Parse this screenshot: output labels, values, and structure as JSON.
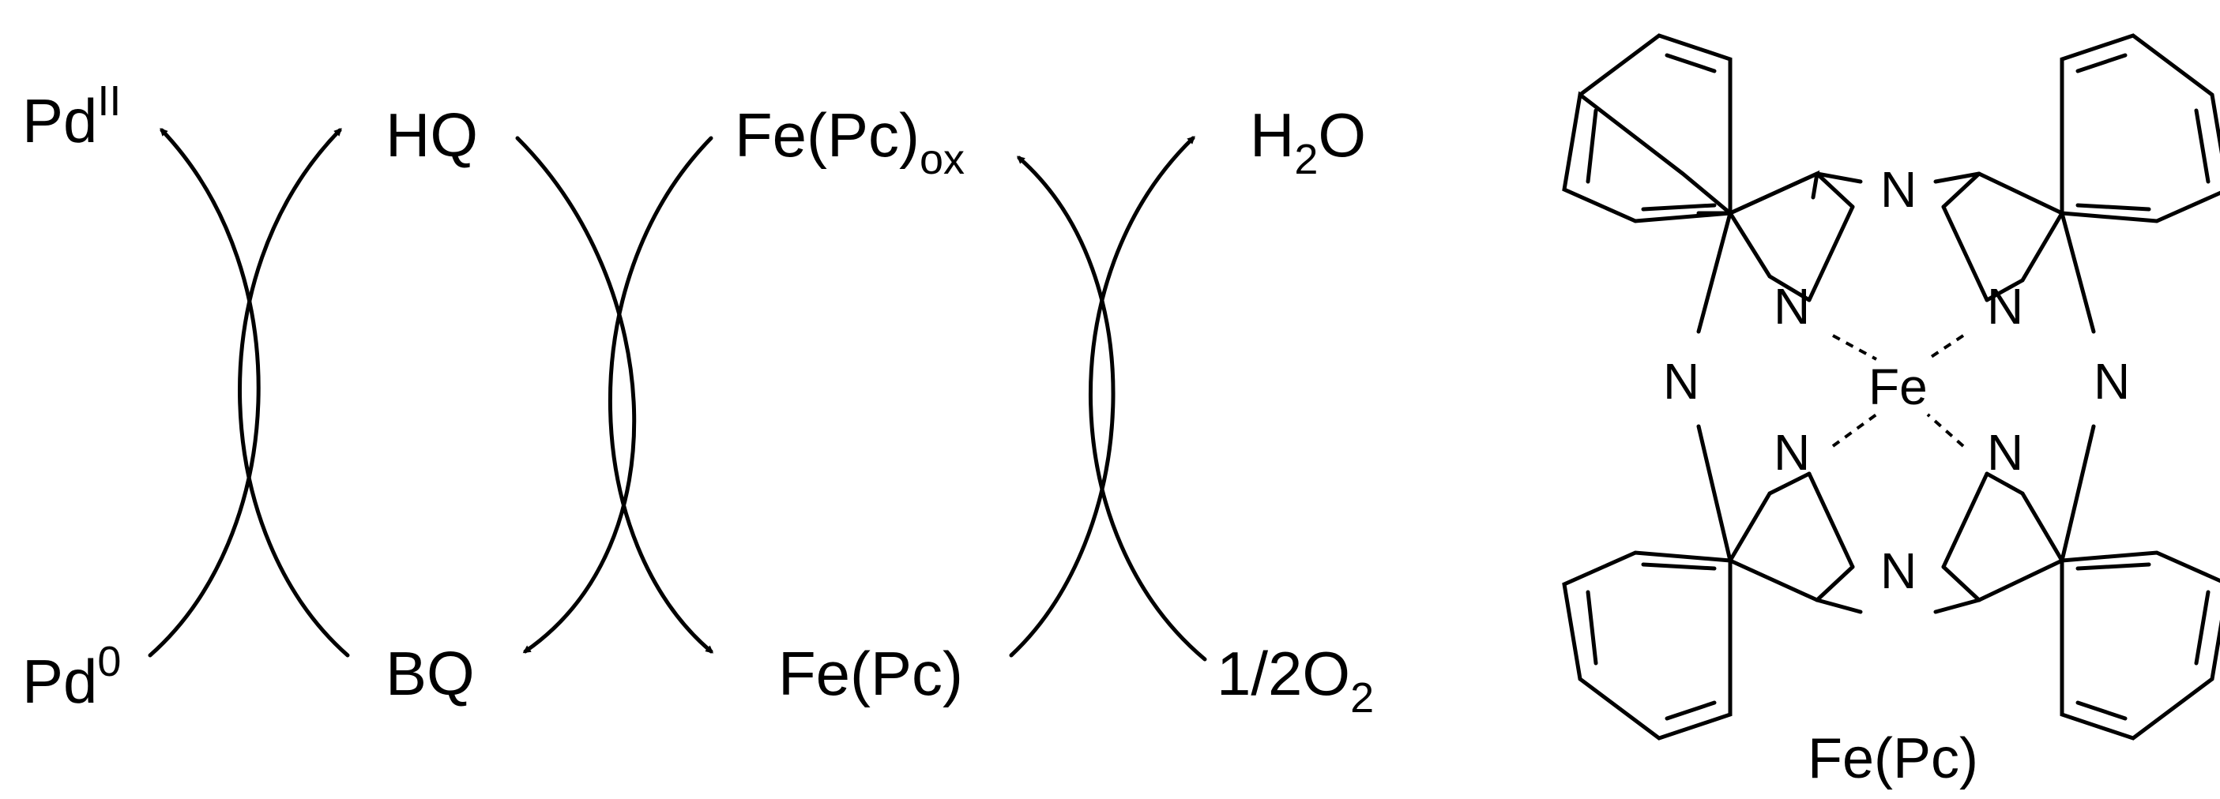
{
  "scheme": {
    "pd_ii": {
      "main": "Pd",
      "sup": "II"
    },
    "pd_0": {
      "main": "Pd",
      "sup": "0"
    },
    "hq": "HQ",
    "bq": "BQ",
    "fepc_ox": {
      "main": "Fe(Pc)",
      "sub": "ox"
    },
    "fepc": "Fe(Pc)",
    "h2o": {
      "a": "H",
      "sub": "2",
      "b": "O"
    },
    "o2": {
      "main": "1/2O",
      "sub": "2"
    }
  },
  "structure": {
    "caption": "Fe(Pc)",
    "center_atom": "Fe",
    "nitrogen": "N"
  }
}
